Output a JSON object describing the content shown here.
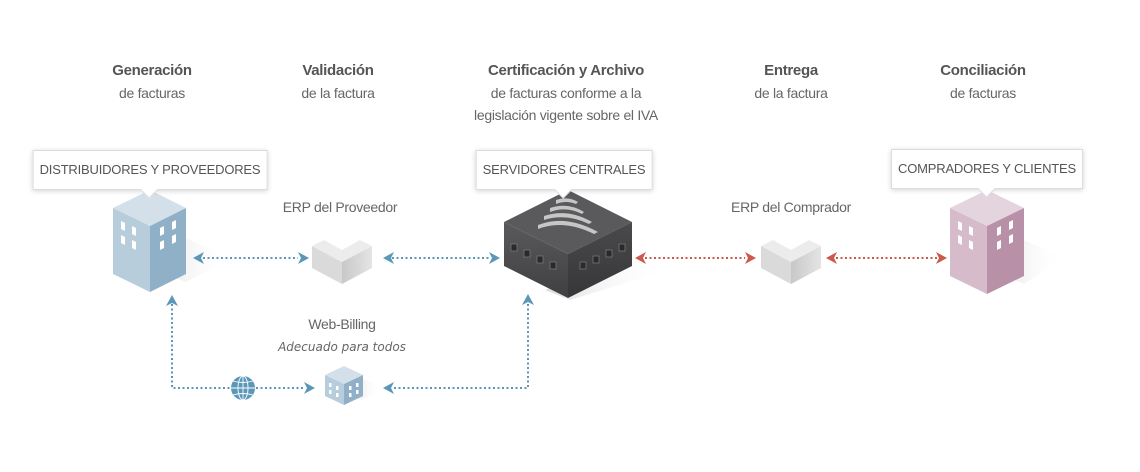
{
  "stages": [
    {
      "title": "Generación",
      "sub1": "de facturas",
      "sub2": ""
    },
    {
      "title": "Validación",
      "sub1": "de la factura",
      "sub2": ""
    },
    {
      "title": "Certificación y Archivo",
      "sub1": "de facturas conforme a la",
      "sub2": "legislación vigente sobre el IVA"
    },
    {
      "title": "Entrega",
      "sub1": "de la factura",
      "sub2": ""
    },
    {
      "title": "Conciliación",
      "sub1": "de facturas",
      "sub2": ""
    }
  ],
  "callouts": {
    "suppliers": "DISTRIBUIDORES Y PROVEEDORES",
    "servers": "SERVIDORES CENTRALES",
    "buyers": "COMPRADORES Y CLIENTES"
  },
  "nodes": {
    "erp_supplier": "ERP del Proveedor",
    "erp_buyer": "ERP del Comprador",
    "web_billing": "Web-Billing",
    "web_billing_sub": "Adecuado para todos"
  },
  "colors": {
    "blue_flow": "#5b97b9",
    "red_flow": "#cc5a4a",
    "supplier_building": "#b7cddc",
    "buyer_building": "#d6bccb",
    "server": "#4f4f51"
  }
}
